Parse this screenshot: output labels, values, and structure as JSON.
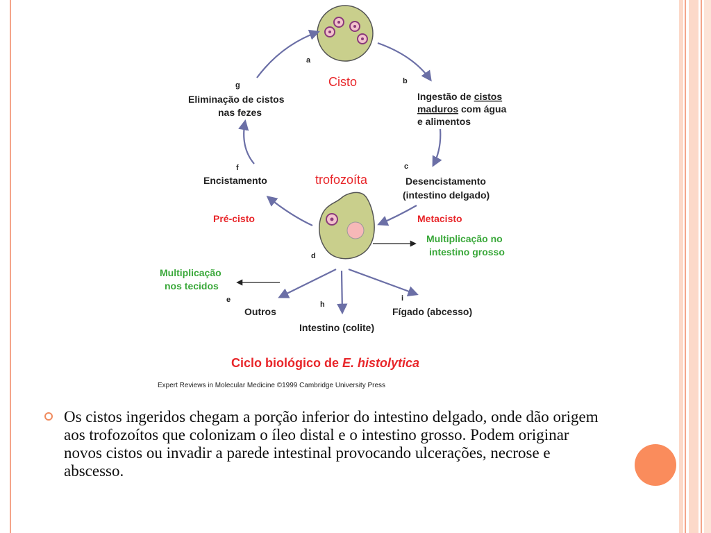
{
  "diagram": {
    "stage_letters": {
      "a": "a",
      "b": "b",
      "c": "c",
      "d": "d",
      "e": "e",
      "f": "f",
      "g": "g",
      "h": "h",
      "i": "i"
    },
    "cisto_label": "Cisto",
    "trofozoita_label": "trofozoíta",
    "ingestao": {
      "line1_prefix": "Ingestão de ",
      "line1_underlined": "cistos",
      "line2_underlined": "maduros",
      "line2_suffix": " com água",
      "line3": "e alimentos"
    },
    "desencistamento": [
      "Desencistamento",
      "(intestino delgado)"
    ],
    "metacisto": "Metacisto",
    "multiplicacao_intestino": [
      "Multiplicação no",
      "intestino grosso"
    ],
    "eliminacao": [
      "Eliminação de cistos",
      "nas fezes"
    ],
    "encistamento": "Encistamento",
    "pre_cisto": "Pré-cisto",
    "multiplicacao_tecidos": [
      "Multiplicação",
      "nos tecidos"
    ],
    "outros": "Outros",
    "intestino_colite": "Intestino (colite)",
    "figado": "Fígado (abcesso)",
    "caption_prefix": "Ciclo biológico de ",
    "caption_italic": "E. histolytica"
  },
  "credit": "Expert Reviews in Molecular Medicine ©1999 Cambridge University Press",
  "bullet_text": "Os cistos ingeridos chegam a porção inferior do intestino delgado, onde dão origem aos trofozoítos que colonizam o íleo distal e o intestino grosso. Podem originar novos cistos ou invadir a parede intestinal provocando ulcerações, necrose e abscesso.",
  "colors": {
    "red": "#e8262a",
    "green": "#3aa83a",
    "arrow": "#6b6fa6",
    "cell_fill": "#c9cf8c",
    "accent": "#fa8c5c"
  }
}
